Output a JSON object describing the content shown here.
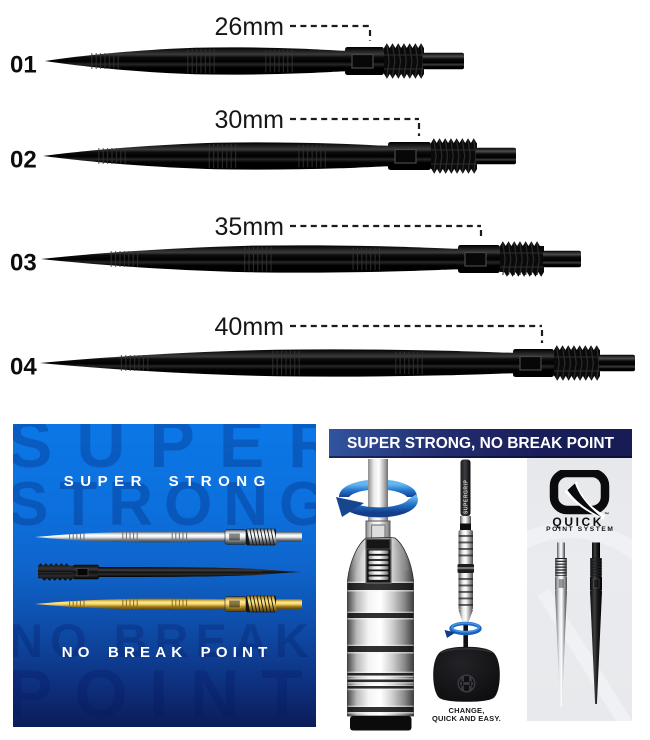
{
  "size_rows": [
    {
      "id": "01",
      "length_label": "26mm"
    },
    {
      "id": "02",
      "length_label": "30mm"
    },
    {
      "id": "03",
      "length_label": "35mm"
    },
    {
      "id": "04",
      "length_label": "40mm"
    }
  ],
  "left_panel": {
    "headline_top": "SUPER STRONG",
    "headline_bottom": "NO BREAK POINT",
    "watermark_lines": [
      "SUPER",
      "STRONG",
      "NO BREAK",
      "POINT"
    ],
    "dart_finishes": [
      "silver",
      "black",
      "gold"
    ],
    "background_top_color": "#0b77e6",
    "background_bottom_color": "#0c1c58"
  },
  "right_panel": {
    "header": "SUPER STRONG, NO BREAK POINT",
    "header_color": "#1b2160",
    "caption_line1": "CHANGE,",
    "caption_line2": "QUICK AND EASY.",
    "supergrip_label": "SUPERGRIP",
    "quick_logo": {
      "brand": "QUICK",
      "trademark": "™",
      "subtitle": "POINT SYSTEM"
    }
  }
}
